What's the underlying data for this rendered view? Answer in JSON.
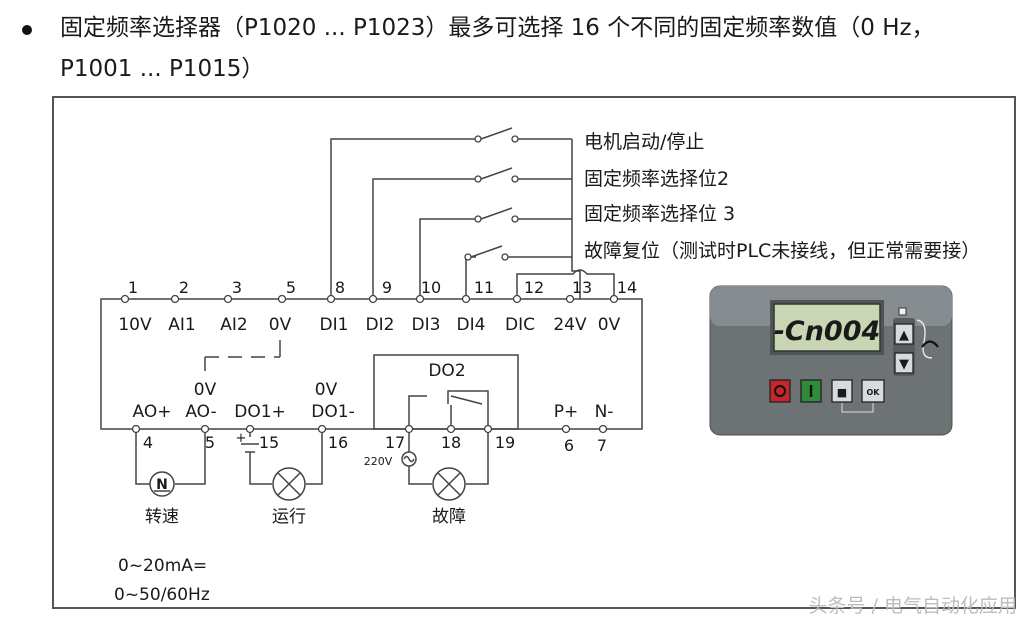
{
  "header": {
    "line1": "固定频率选择器（P1020 ... P1023）最多可选择 16 个不同的固定频率数值（0 Hz，",
    "line2": "P1001 ... P1015）"
  },
  "switches": [
    {
      "label": "电机启动/停止"
    },
    {
      "label": "固定频率选择位2"
    },
    {
      "label": "固定频率选择位 3"
    },
    {
      "label": "故障复位（测试时PLC未接线，但正常需要接）"
    }
  ],
  "top_terminals": [
    {
      "num": "1",
      "name": "10V"
    },
    {
      "num": "2",
      "name": "AI1"
    },
    {
      "num": "3",
      "name": "AI2"
    },
    {
      "num": "5",
      "name": "0V"
    },
    {
      "num": "8",
      "name": "DI1"
    },
    {
      "num": "9",
      "name": "DI2"
    },
    {
      "num": "10",
      "name": "DI3"
    },
    {
      "num": "11",
      "name": "DI4"
    },
    {
      "num": "12",
      "name": "DIC"
    },
    {
      "num": "13",
      "name": "24V"
    },
    {
      "num": "14",
      "name": "0V"
    }
  ],
  "bottom_terminals": [
    {
      "num": "4",
      "name": "AO+"
    },
    {
      "num": "5",
      "name": "AO-",
      "sub": "0V"
    },
    {
      "num": "15",
      "name": "DO1+"
    },
    {
      "num": "16",
      "name": "DO1-",
      "sub": "0V"
    },
    {
      "num": "17",
      "name": ""
    },
    {
      "num": "18",
      "name": ""
    },
    {
      "num": "19",
      "name": ""
    },
    {
      "num": "6",
      "name": "P+"
    },
    {
      "num": "7",
      "name": "N-"
    }
  ],
  "relay_label": "DO2",
  "ac_label": "220V",
  "loads": [
    {
      "symbol": "N",
      "label": "转速"
    },
    {
      "symbol": "",
      "label": "运行"
    },
    {
      "symbol": "",
      "label": "故障"
    }
  ],
  "analog_note": {
    "line1": "0~20mA=",
    "line2": "0~50/60Hz"
  },
  "panel": {
    "display": "-Cn004",
    "up_key": "▲",
    "down_key": "▼",
    "ok_key": "OK",
    "fn_key": "■"
  },
  "watermark": "头条号 / 电气自动化应用",
  "colors": {
    "stop_button": "#c3262b",
    "run_button": "#2f8a3a",
    "display_bg": "#c9d6b3"
  }
}
